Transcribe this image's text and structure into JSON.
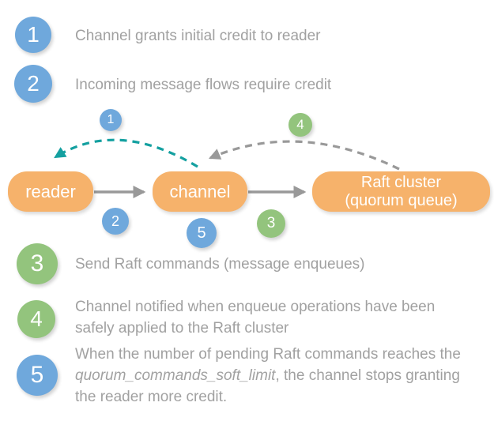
{
  "colors": {
    "step_blue": "#6fa8dc",
    "step_green": "#93c47d",
    "node_orange": "#f6b26b",
    "arrow_gray": "#999999",
    "arrow_teal": "#14a0a0",
    "text_gray": "#a1a1a1",
    "circle_text": "#ffffff"
  },
  "top_list": [
    {
      "number": "1",
      "color": "blue",
      "text": "Channel grants initial credit to reader"
    },
    {
      "number": "2",
      "color": "blue",
      "text": "Incoming message flows require credit"
    }
  ],
  "diagram": {
    "nodes": {
      "reader": {
        "label": "reader"
      },
      "channel": {
        "label": "channel"
      },
      "raft": {
        "label_line1": "Raft cluster",
        "label_line2": "(quorum queue)"
      }
    },
    "badges": [
      {
        "number": "1",
        "color": "blue"
      },
      {
        "number": "2",
        "color": "blue"
      },
      {
        "number": "3",
        "color": "green"
      },
      {
        "number": "4",
        "color": "green"
      },
      {
        "number": "5",
        "color": "blue"
      }
    ],
    "arrows": [
      {
        "name": "reader-to-channel",
        "style": "solid",
        "color": "#999999"
      },
      {
        "name": "channel-to-raft",
        "style": "solid",
        "color": "#999999"
      },
      {
        "name": "channel-to-reader-credit",
        "style": "dashed",
        "color": "#14a0a0"
      },
      {
        "name": "raft-to-channel-notify",
        "style": "dashed",
        "color": "#999999"
      }
    ]
  },
  "bottom_list": [
    {
      "number": "3",
      "color": "green",
      "text": "Send Raft commands (message enqueues)"
    },
    {
      "number": "4",
      "color": "green",
      "text": "Channel notified when enqueue operations have been safely applied to the Raft cluster"
    },
    {
      "number": "5",
      "color": "blue",
      "text_prefix": "When the number of pending Raft commands reaches the ",
      "text_italic": "quorum_commands_soft_limit",
      "text_suffix": ", the channel stops granting the reader more credit."
    }
  ]
}
